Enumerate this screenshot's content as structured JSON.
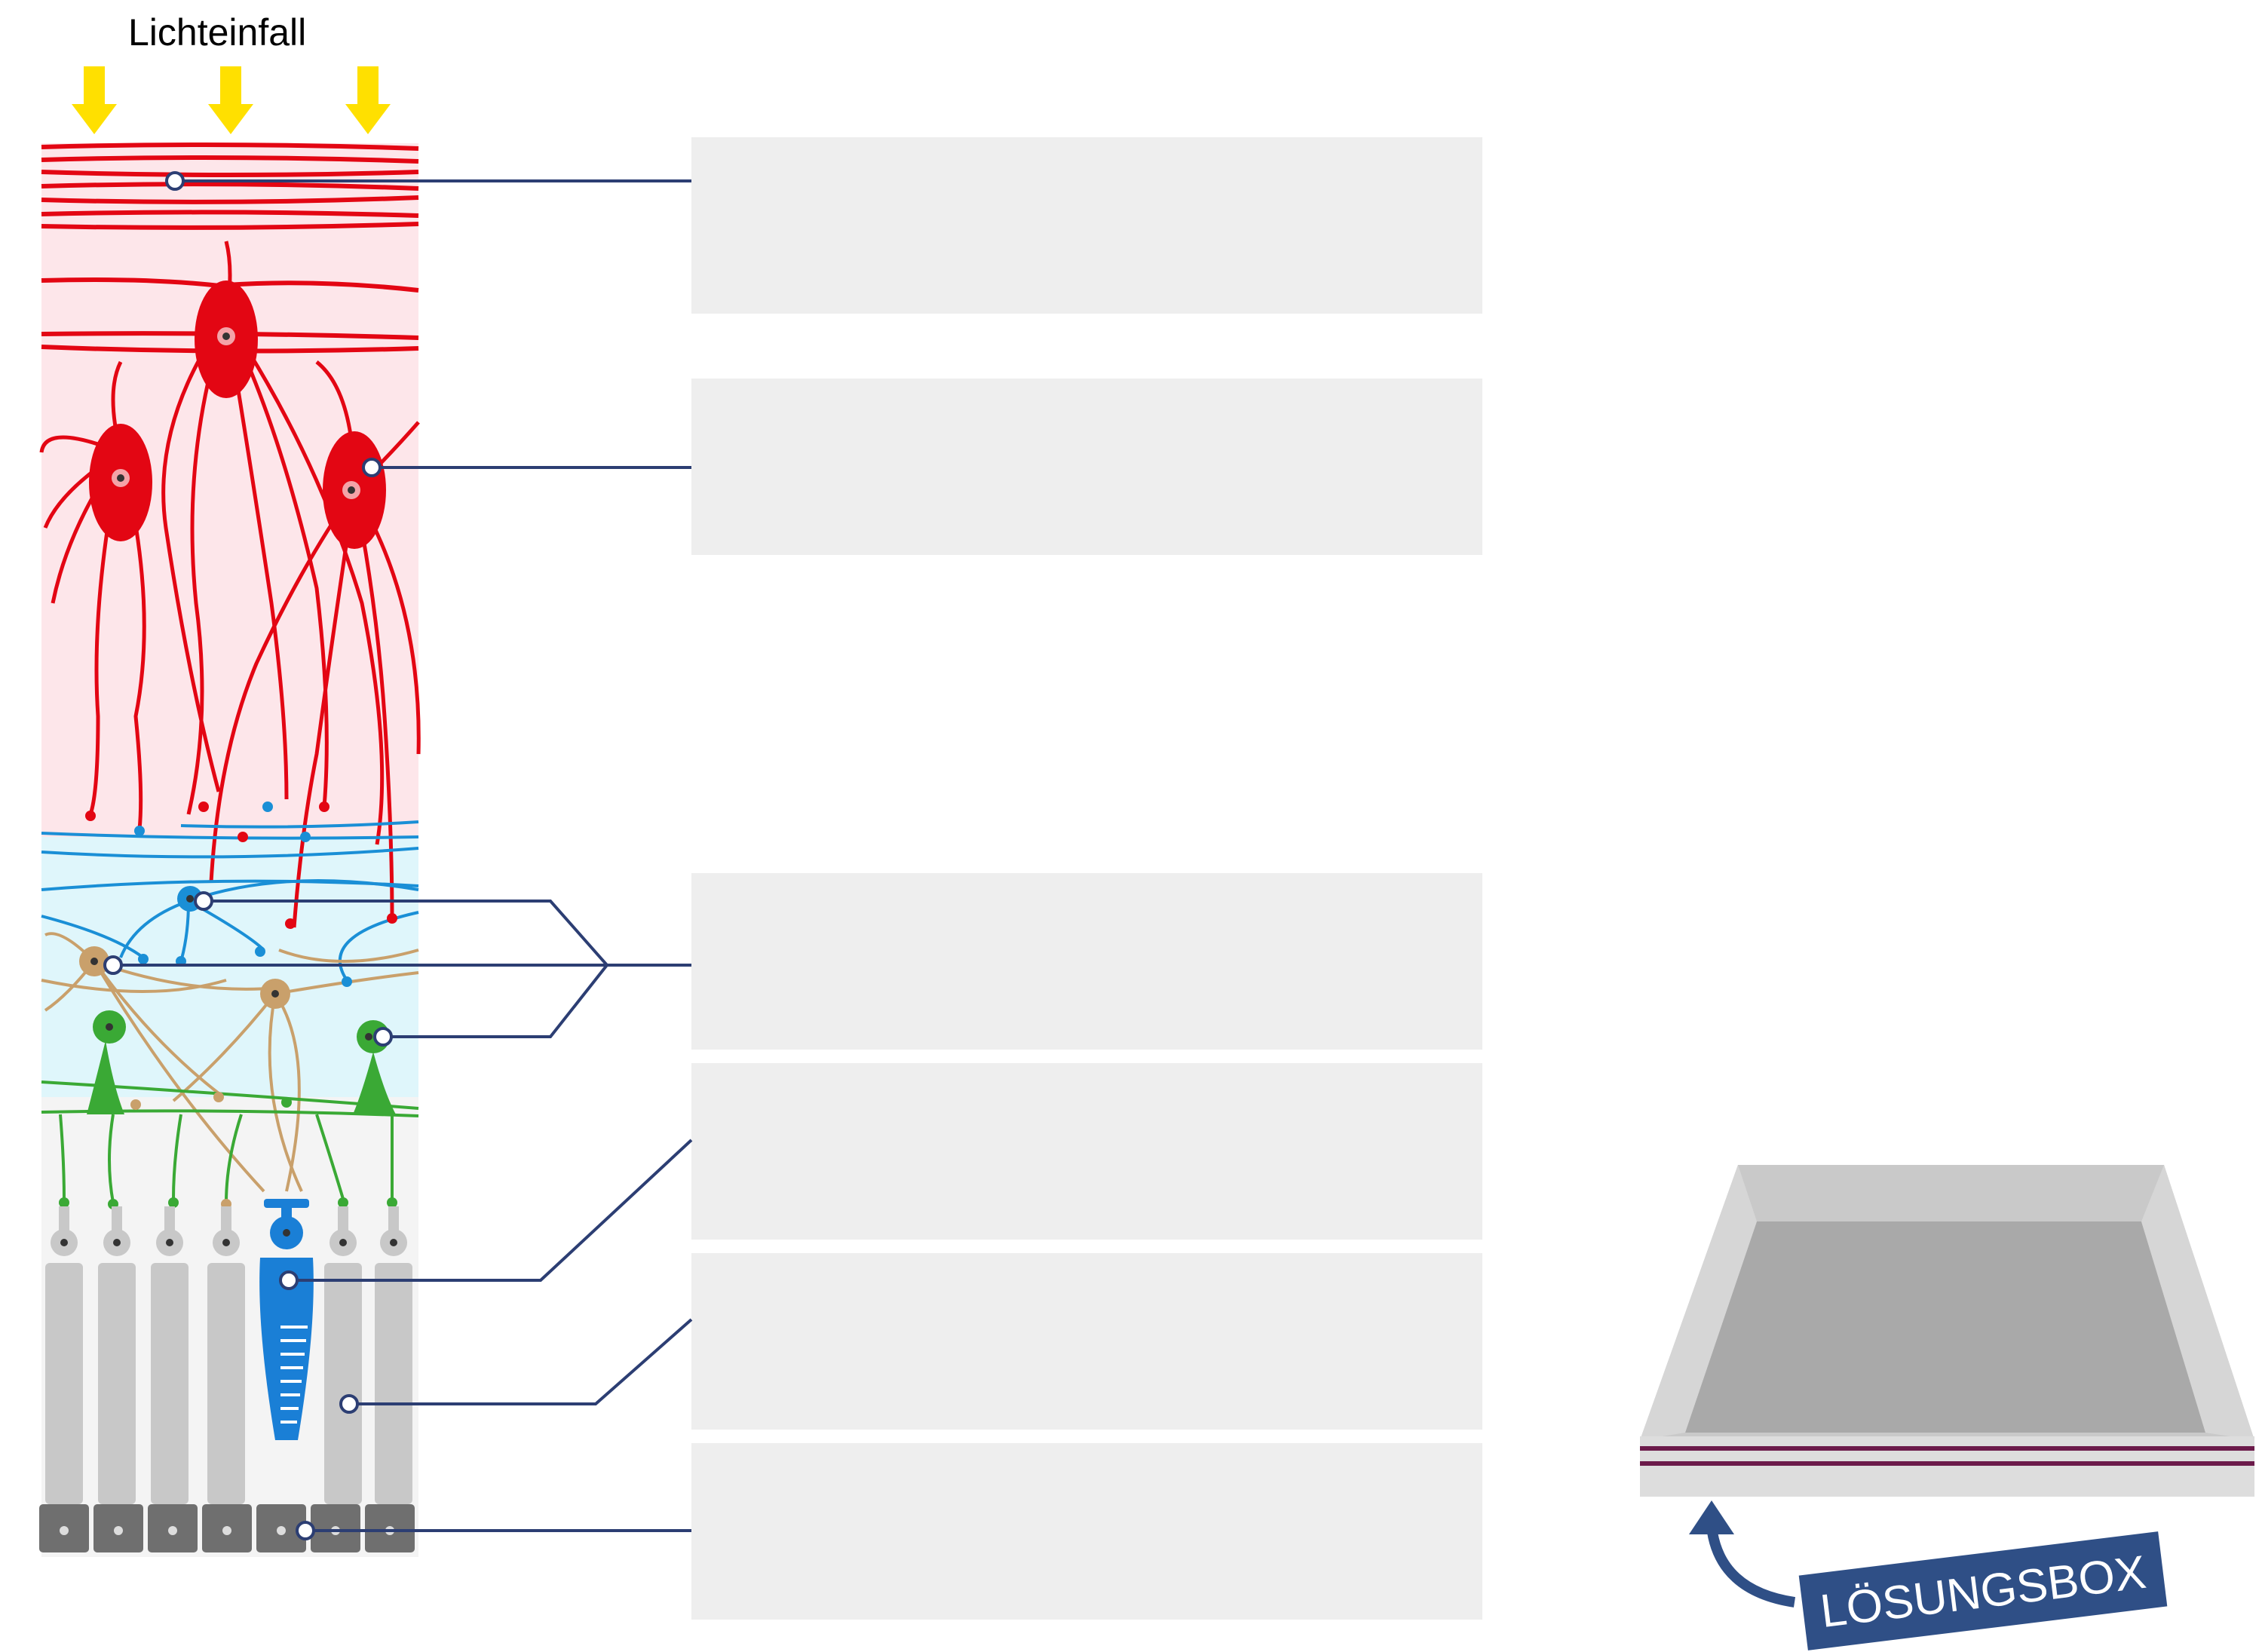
{
  "header": {
    "title": "Lichteinfall"
  },
  "answer_boxes": [
    {
      "id": "box-1",
      "text": ""
    },
    {
      "id": "box-2",
      "text": ""
    },
    {
      "id": "box-3",
      "text": ""
    },
    {
      "id": "box-4",
      "text": ""
    },
    {
      "id": "box-5",
      "text": ""
    },
    {
      "id": "box-6",
      "text": ""
    }
  ],
  "solution_box": {
    "label": "LÖSUNGSBOX"
  },
  "colors": {
    "light_arrow": "#ffe000",
    "ganglion": "#e30613",
    "ganglion_layer_bg": "#fde6ea",
    "bipolar_amacrine": "#1a8fd6",
    "horizontal": "#c9a06b",
    "plexiform_bg": "#dff6fb",
    "muller_green": "#3aa935",
    "photoreceptor": "#c8c8c8",
    "cone": "#1a7fd6",
    "pigment": "#6f6f6f",
    "leader_line": "#2c3e73",
    "answer_box": "#eeeeee",
    "badge": "#2f4f86",
    "tray_stripe": "#6b1a4a"
  },
  "icons": [
    "light-arrow-icon",
    "curved-arrow-icon",
    "solution-tray-icon"
  ]
}
